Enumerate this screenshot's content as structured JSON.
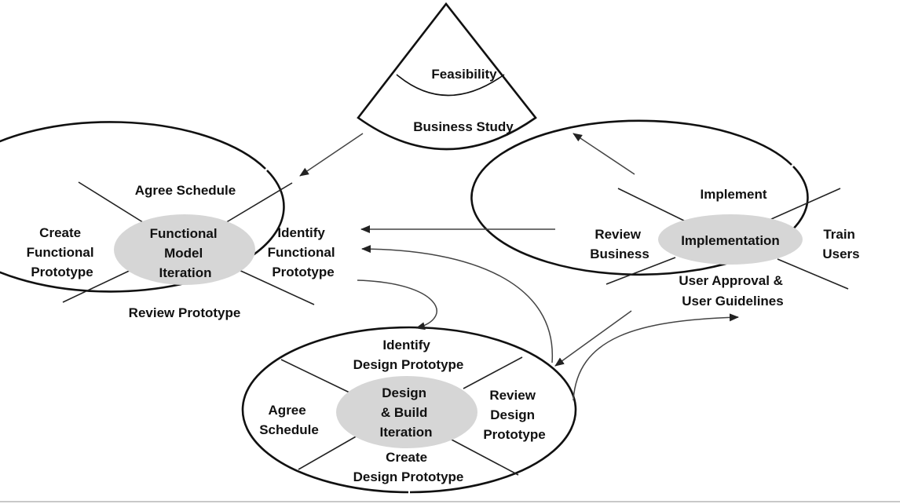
{
  "feasibility": {
    "label": "Feasibility",
    "business_study_label": "Business Study"
  },
  "functional_model": {
    "hub_lines": [
      "Functional",
      "Model",
      "Iteration"
    ],
    "top": [
      "Agree Schedule"
    ],
    "left": [
      "Create",
      "Functional",
      "Prototype"
    ],
    "right": [
      "Identify",
      "Functional",
      "Prototype"
    ],
    "bottom": [
      "Review Prototype"
    ]
  },
  "implementation": {
    "hub_lines": [
      "Implementation"
    ],
    "top": [
      "Implement"
    ],
    "left": [
      "Review",
      "Business"
    ],
    "right": [
      "Train",
      "Users"
    ],
    "bottom": [
      "User Approval &",
      "User Guidelines"
    ]
  },
  "design_build": {
    "hub_lines": [
      "Design",
      "& Build",
      "Iteration"
    ],
    "top": [
      "Identify",
      "Design Prototype"
    ],
    "left": [
      "Agree",
      "Schedule"
    ],
    "right": [
      "Review",
      "Design",
      "Prototype"
    ],
    "bottom": [
      "Create",
      "Design Prototype"
    ]
  },
  "colors": {
    "hub_fill": "#d6d6d6",
    "line": "#111111",
    "background": "#ffffff"
  }
}
